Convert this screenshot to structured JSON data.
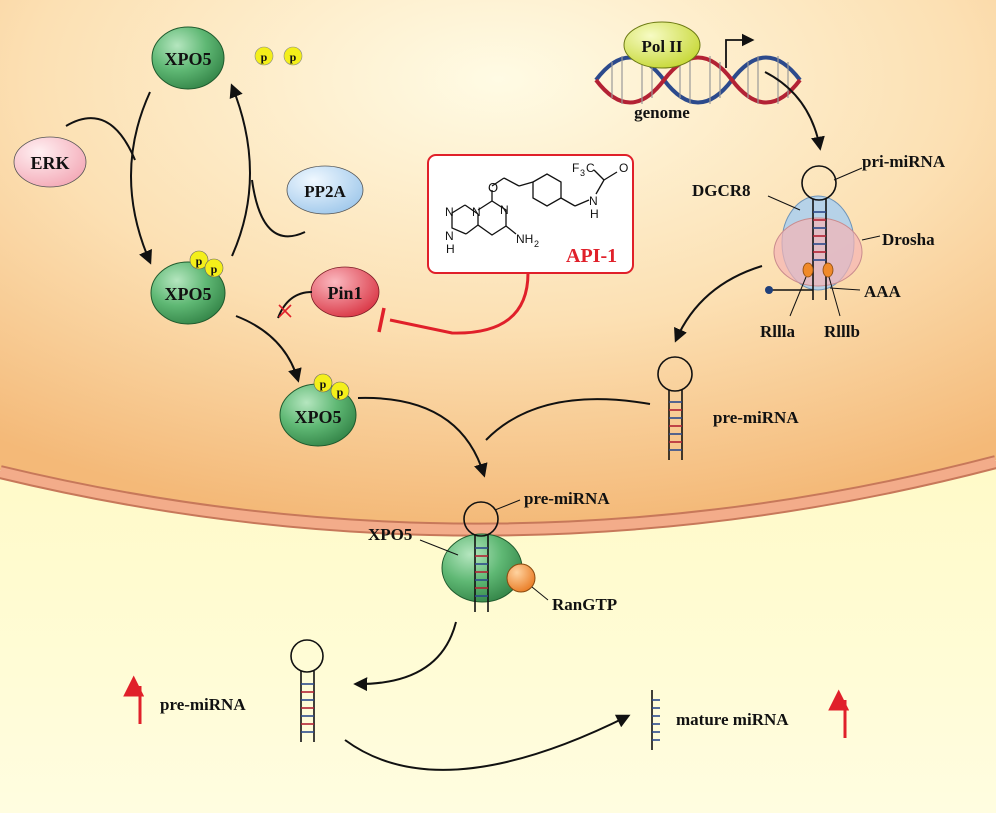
{
  "labels": {
    "xpo5_top": "XPO5",
    "xpo5_mid": "XPO5",
    "xpo5_low": "XPO5",
    "xpo5_membrane": "XPO5",
    "erk": "ERK",
    "pp2a": "PP2A",
    "pin1": "Pin1",
    "p": "p",
    "pol2": "Pol II",
    "genome": "genome",
    "pri_mirna": "pri-miRNA",
    "dgcr8": "DGCR8",
    "drosha": "Drosha",
    "aaa": "AAA",
    "rllla": "Rllla",
    "rlllb": "Rlllb",
    "pre_mirna_nuc": "pre-miRNA",
    "pre_mirna_pore": "pre-miRNA",
    "rangtp": "RanGTP",
    "pre_mirna_cyto": "pre-miRNA",
    "mature_mirna": "mature miRNA"
  },
  "inhibitor": {
    "name": "API-1",
    "atoms": {
      "o_ether": "O",
      "n1": "N",
      "n2": "N",
      "n3": "N",
      "n4": "N",
      "h": "H",
      "nh2": "NH",
      "nh2_sub": "2",
      "f3c": "F",
      "f3c_sub": "3",
      "f3c_c": "C",
      "o_amide": "O",
      "nh_amide": "N",
      "h_amide": "H"
    }
  },
  "colors": {
    "nucleus": "#f7c88b",
    "cytoplasm": "#fffbb8",
    "membrane": "#f0a27a",
    "xpo5": "#3f9a55",
    "erk": "#f6b5c0",
    "pp2a": "#b9d8f2",
    "pin1": "#e4495a",
    "phospho": "#f4ef1a",
    "pol2": "#d6e545",
    "inhibitor_red": "#e0202a",
    "up_arrow": "#e0202a"
  }
}
